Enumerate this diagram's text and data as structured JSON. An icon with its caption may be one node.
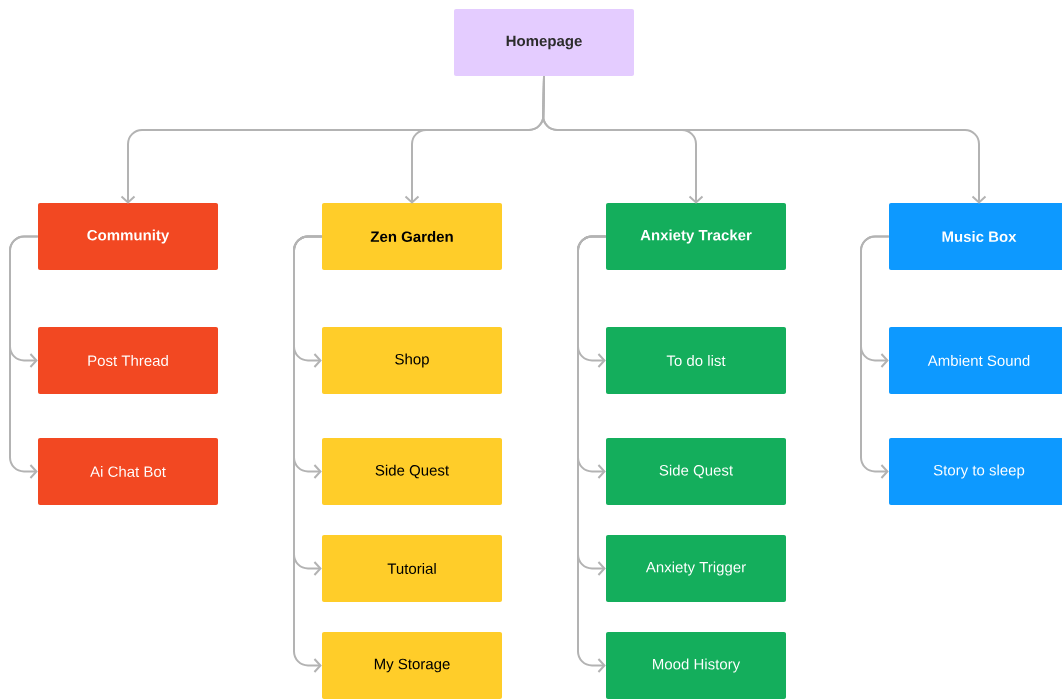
{
  "diagram": {
    "nodes": [
      {
        "text": [
          "Homepage"
        ]
      },
      {
        "text": [
          "Community"
        ]
      },
      {
        "text": [
          "Post Thread"
        ]
      },
      {
        "text": [
          "Ai Chat Bot"
        ]
      },
      {
        "text": [
          "Zen Garden"
        ]
      },
      {
        "text": [
          "Shop"
        ]
      },
      {
        "text": [
          "Side Quest"
        ]
      },
      {
        "text": [
          "Tutorial"
        ]
      },
      {
        "text": [
          "My Storage"
        ]
      },
      {
        "text": [
          "Anxiety Tracker"
        ]
      },
      {
        "text": [
          "To do list"
        ]
      },
      {
        "text": [
          "Side Quest"
        ]
      },
      {
        "text": [
          "Anxiety Trigger"
        ]
      },
      {
        "text": [
          "Mood History"
        ]
      },
      {
        "text": [
          "Music Box"
        ]
      },
      {
        "text": [
          "Ambient Sound"
        ]
      },
      {
        "text": [
          "Story to sleep"
        ]
      }
    ],
    "edges": [
      {
        "from": 0,
        "to": 1,
        "arrow": "to"
      },
      {
        "from": 0,
        "to": 4,
        "arrow": "to"
      },
      {
        "from": 0,
        "to": 9,
        "arrow": "to"
      },
      {
        "from": 0,
        "to": 14,
        "arrow": "to"
      },
      {
        "from": 1,
        "to": 2,
        "arrow": "to"
      },
      {
        "from": 1,
        "to": 3,
        "arrow": "to"
      },
      {
        "from": 4,
        "to": 5,
        "arrow": "to"
      },
      {
        "from": 4,
        "to": 6,
        "arrow": "to"
      },
      {
        "from": 4,
        "to": 7,
        "arrow": "to"
      },
      {
        "from": 4,
        "to": 8,
        "arrow": "to"
      },
      {
        "from": 9,
        "to": 10,
        "arrow": "to"
      },
      {
        "from": 9,
        "to": 11,
        "arrow": "to"
      },
      {
        "from": 9,
        "to": 12,
        "arrow": "to"
      },
      {
        "from": 9,
        "to": 13,
        "arrow": "to"
      },
      {
        "from": 14,
        "to": 15,
        "arrow": "to"
      },
      {
        "from": 14,
        "to": 16,
        "arrow": "to"
      }
    ]
  }
}
